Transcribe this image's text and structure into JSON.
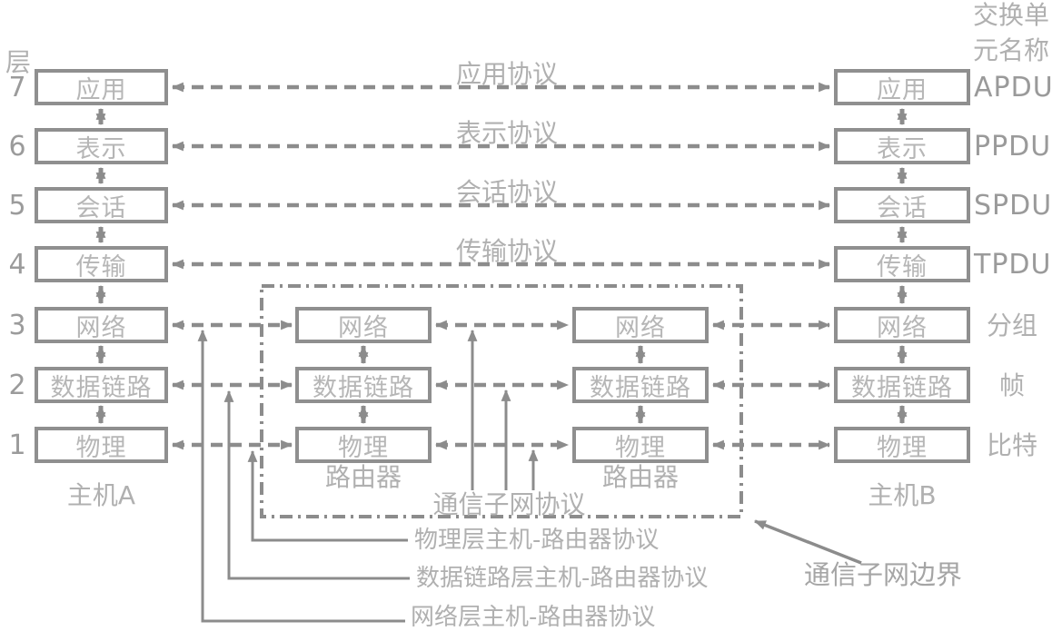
{
  "colors": {
    "line": "#8c8c8c",
    "box_border": "#8f8f8f",
    "text_light": "#b0b0b0",
    "text_mid": "#9b9b9b"
  },
  "layer_axis": {
    "title": "层",
    "numbers": [
      "7",
      "6",
      "5",
      "4",
      "3",
      "2",
      "1"
    ]
  },
  "host_a": {
    "caption": "主机A",
    "layers": [
      "应用",
      "表示",
      "会话",
      "传输",
      "网络",
      "数据链路",
      "物理"
    ]
  },
  "host_b": {
    "caption": "主机B",
    "layers": [
      "应用",
      "表示",
      "会话",
      "传输",
      "网络",
      "数据链路",
      "物理"
    ]
  },
  "router_1": {
    "caption": "路由器",
    "layers": [
      "网络",
      "数据链路",
      "物理"
    ]
  },
  "router_2": {
    "caption": "路由器",
    "layers": [
      "网络",
      "数据链路",
      "物理"
    ]
  },
  "protocol_labels": [
    "应用协议",
    "表示协议",
    "会话协议",
    "传输协议"
  ],
  "exchange_unit_header": {
    "line1": "交换单",
    "line2": "元名称"
  },
  "pdu_labels": [
    "APDU",
    "PPDU",
    "SPDU",
    "TPDU"
  ],
  "data_unit_labels": [
    "分组",
    "帧",
    "比特"
  ],
  "subnet_protocol_label": "通信子网协议",
  "subnet_boundary_label": "通信子网边界",
  "callout_labels": [
    "物理层主机-路由器协议",
    "数据链路层主机-路由器协议",
    "网络层主机-路由器协议"
  ]
}
